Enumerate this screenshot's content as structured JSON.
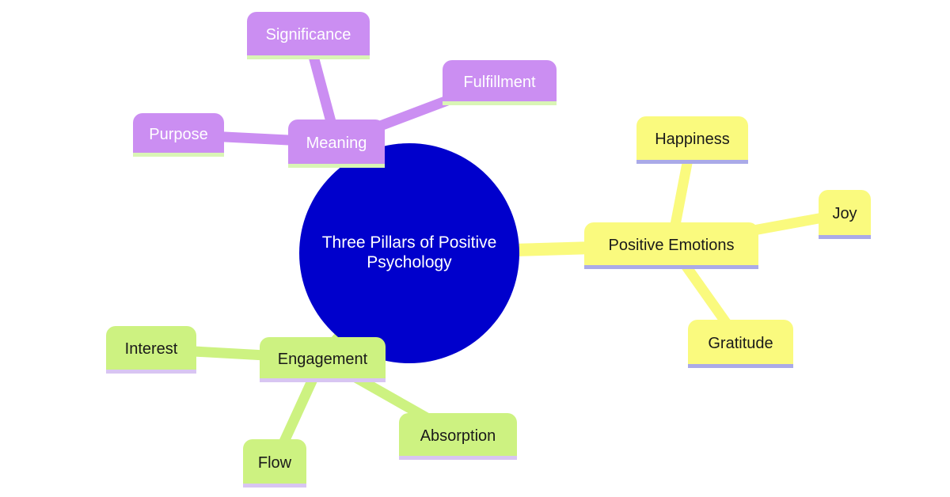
{
  "diagram": {
    "type": "mindmap",
    "root": {
      "label": "Three Pillars of Positive Psychology"
    },
    "branches": [
      {
        "label": "Meaning",
        "color": "#cb8ef2",
        "underline_color": "#d9f5b5",
        "children": [
          "Significance",
          "Fulfillment",
          "Purpose"
        ]
      },
      {
        "label": "Positive Emotions",
        "color": "#fafa7e",
        "underline_color": "#aaaae8",
        "children": [
          "Happiness",
          "Joy",
          "Gratitude"
        ]
      },
      {
        "label": "Engagement",
        "color": "#cdf281",
        "underline_color": "#d8c5f2",
        "children": [
          "Interest",
          "Flow",
          "Absorption"
        ]
      }
    ]
  },
  "nodes": {
    "root": {
      "label": "Three Pillars of Positive Psychology"
    },
    "meaning": {
      "label": "Meaning"
    },
    "significance": {
      "label": "Significance"
    },
    "fulfillment": {
      "label": "Fulfillment"
    },
    "purpose": {
      "label": "Purpose"
    },
    "positive_emotions": {
      "label": "Positive Emotions"
    },
    "happiness": {
      "label": "Happiness"
    },
    "joy": {
      "label": "Joy"
    },
    "gratitude": {
      "label": "Gratitude"
    },
    "engagement": {
      "label": "Engagement"
    },
    "interest": {
      "label": "Interest"
    },
    "flow": {
      "label": "Flow"
    },
    "absorption": {
      "label": "Absorption"
    }
  },
  "colors": {
    "root_fill": "#0000cc",
    "root_text": "#ffffff",
    "meaning_fill": "#cb8ef2",
    "meaning_underline": "#d9f5b5",
    "positive_emotions_fill": "#fafa7e",
    "positive_emotions_underline": "#aaaae8",
    "engagement_fill": "#cdf281",
    "engagement_underline": "#d8c5f2",
    "background": "#ffffff"
  }
}
